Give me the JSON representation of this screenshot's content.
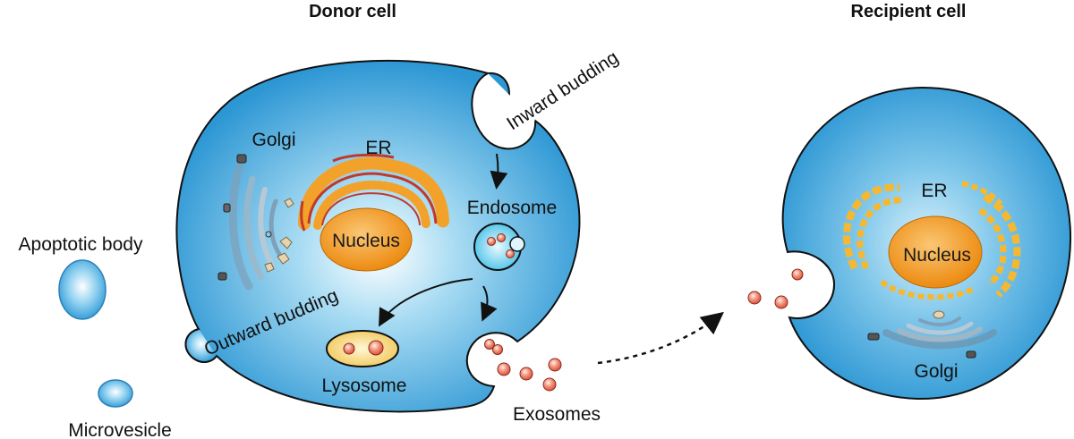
{
  "titles": {
    "donor": "Donor cell",
    "recipient": "Recipient cell"
  },
  "labels": {
    "golgi_donor": "Golgi",
    "er_donor": "ER",
    "nucleus_donor": "Nucleus",
    "inward_budding": "Inward budding",
    "endosome": "Endosome",
    "outward_budding": "Outward budding",
    "lysosome": "Lysosome",
    "exosomes": "Exosomes",
    "apoptotic_body": "Apoptotic body",
    "microvesicle": "Microvesicle",
    "er_recipient": "ER",
    "nucleus_recipient": "Nucleus",
    "golgi_recipient": "Golgi"
  },
  "colors": {
    "cell_fill_center": "#bfe8f8",
    "cell_fill_edge": "#2f9ad6",
    "outline": "#111111",
    "nucleus": "#f08c12",
    "er_orange": "#f2a22a",
    "er_red": "#c0392b",
    "er_yellow": "#f5b830",
    "exosome": "#e8654f",
    "lysosome": "#f4d57a",
    "golgi": "#8aa3b8"
  }
}
